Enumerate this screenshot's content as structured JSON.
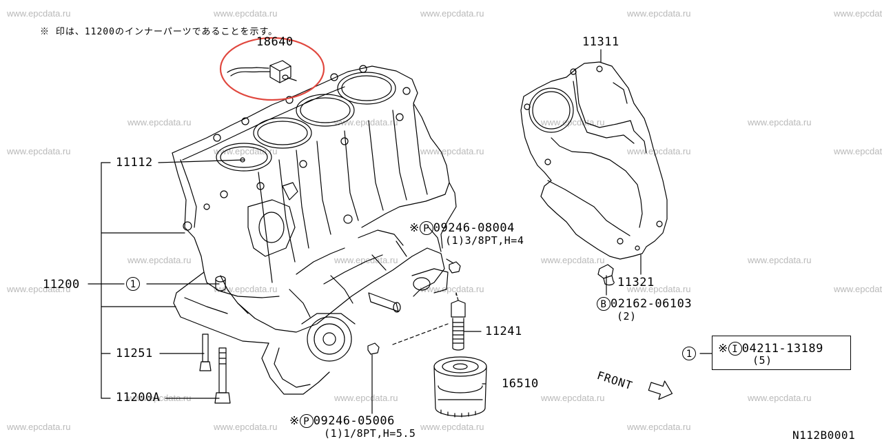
{
  "watermark_text": "www.epcdata.ru",
  "note": "※ 印は、11200のインナーパーツであることを示す。",
  "kome_mark": "※",
  "parts": {
    "p18640": "18640",
    "p11311": "11311",
    "p11112": "11112",
    "p11200": "11200",
    "p11321": "11321",
    "p11241": "11241",
    "p11251": "11251",
    "p16510": "16510",
    "p11200A": "11200A",
    "p09246_08004": "09246-08004",
    "p09246_08004_qty": "(1)3/8PT,H=4",
    "p09246_05006": "09246-05006",
    "p09246_05006_qty": "(1)1/8PT,H=5.5",
    "p02162_06103": "02162-06103",
    "p02162_06103_qty": "(2)",
    "p04211_13189": "04211-13189",
    "p04211_13189_qty": "(5)"
  },
  "markers": {
    "ref_1": "1",
    "p_mark": "P",
    "b_mark": "B",
    "i_mark": "I"
  },
  "front_label": "FRONT",
  "figure_code": "N112B0001",
  "highlight_color": "#e0473e"
}
